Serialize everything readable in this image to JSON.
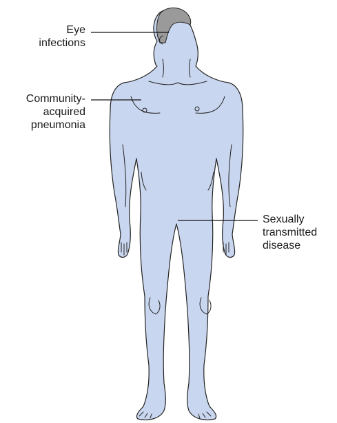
{
  "labels": {
    "eye": {
      "line1": "Eye",
      "line2": "infections"
    },
    "pneumonia": {
      "line1": "Community-",
      "line2": "acquired",
      "line3": "pneumonia"
    },
    "std": {
      "line1": "Sexually",
      "line2": "transmitted",
      "line3": "disease"
    }
  },
  "colors": {
    "body_fill": "#c9d6ef",
    "outline": "#222222",
    "hair": "#9a9a9a",
    "leader_line": "#111111"
  }
}
